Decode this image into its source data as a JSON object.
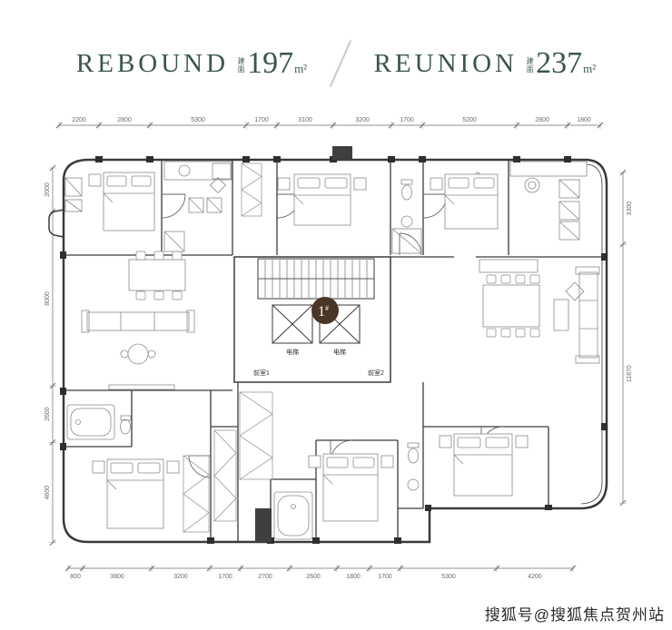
{
  "header": {
    "plan_a": {
      "name": "REBOUND",
      "area_label": "建面",
      "area_value": "197",
      "area_unit": "m²"
    },
    "plan_b": {
      "name": "REUNION",
      "area_label": "建面",
      "area_value": "237",
      "area_unit": "m²"
    }
  },
  "floorplan": {
    "badge": "1",
    "badge_suffix": "#",
    "labels": {
      "elevator1": "电梯",
      "elevator2": "电梯",
      "front_room1": "前室1",
      "front_room2": "前室2"
    }
  },
  "dimensions": {
    "top": [
      "2200",
      "2800",
      "5300",
      "1700",
      "3100",
      "3200",
      "1700",
      "5200",
      "2800",
      "1800"
    ],
    "bottom": [
      "800",
      "3800",
      "3200",
      "1700",
      "2700",
      "2600",
      "1800",
      "1700",
      "5300",
      "4200"
    ],
    "left": [
      "2000",
      "8000",
      "2600",
      "4600"
    ],
    "right": [
      "3300",
      "11870"
    ]
  },
  "watermark": "搜狐号@搜狐焦点贺州站",
  "colors": {
    "title": "#3a564c",
    "badge": "#4b3526",
    "walls": "#3a3a3a",
    "dims": "#6b6b6b"
  }
}
